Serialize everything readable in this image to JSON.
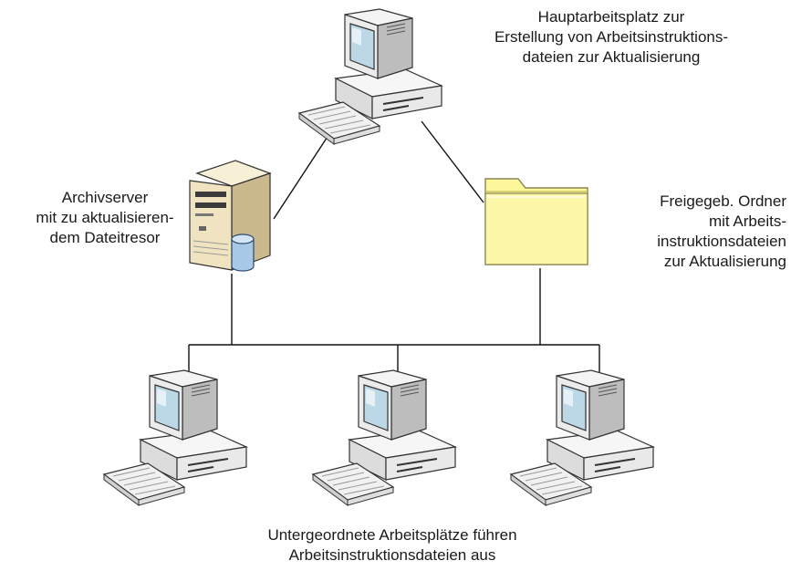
{
  "nodes": {
    "main_workstation": {
      "label_lines": [
        "Hauptarbeitsplatz zur",
        "Erstellung von Arbeitsinstruktions-",
        "dateien zur Aktualisierung"
      ],
      "icon": "desktop-computer-icon"
    },
    "archive_server": {
      "label_lines": [
        "Archivserver",
        "mit zu aktualisieren-",
        "dem Dateitresor"
      ],
      "icon": "server-database-icon"
    },
    "shared_folder": {
      "label_lines": [
        "Freigegeb. Ordner",
        "mit Arbeits-",
        "instruktionsdateien",
        "zur Aktualisierung"
      ],
      "icon": "folder-icon"
    },
    "sub_workstations": {
      "label_lines": [
        "Untergeordnete Arbeitsplätze führen",
        "Arbeitsinstruktionsdateien aus"
      ],
      "count": 3,
      "icon": "desktop-computer-icon"
    }
  },
  "colors": {
    "line": "#111111",
    "computer_body": "#ececec",
    "computer_screen": "#bcd7e6",
    "server_body": "#efe3c0",
    "database": "#a8c8e8",
    "folder": "#fbf79a"
  }
}
